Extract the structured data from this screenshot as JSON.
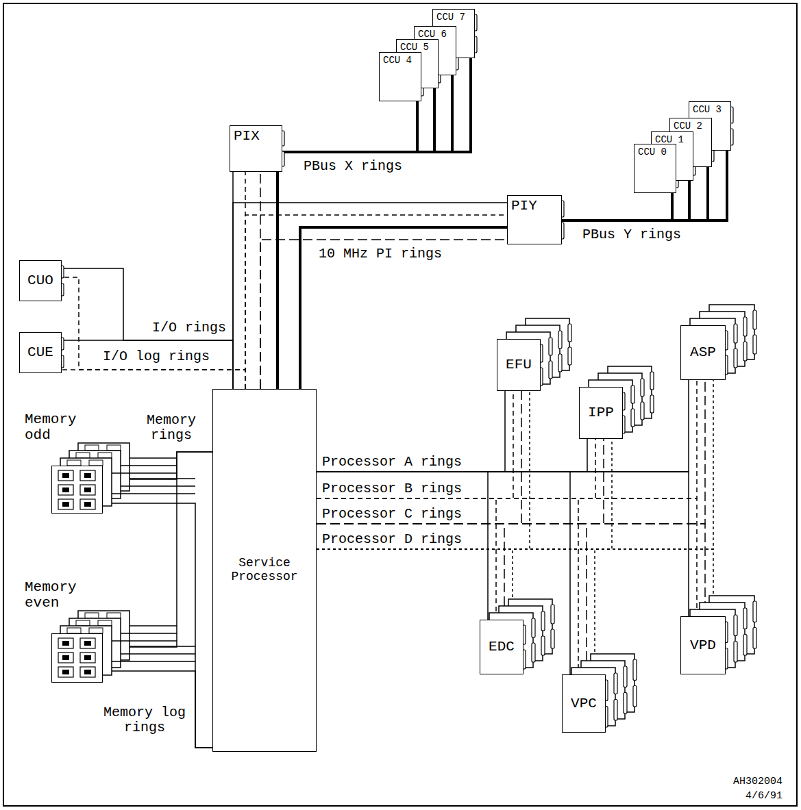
{
  "diagram": {
    "nodes": [
      {
        "text": [
          "CCU 7"
        ]
      },
      {
        "text": [
          "CCU 6"
        ]
      },
      {
        "text": [
          "CCU 5"
        ]
      },
      {
        "text": [
          "CCU 4"
        ]
      },
      {
        "text": [
          "PIX"
        ]
      },
      {
        "text": [
          "CCU 3"
        ]
      },
      {
        "text": [
          "CCU 2"
        ]
      },
      {
        "text": [
          "CCU 1"
        ]
      },
      {
        "text": [
          "CCU 0"
        ]
      },
      {
        "text": [
          "PIY"
        ]
      },
      {
        "text": [
          "CUO"
        ]
      },
      {
        "text": [
          "CUE"
        ]
      },
      {
        "text": [
          "Memory odd"
        ]
      },
      {
        "text": [
          "Service Processor"
        ]
      },
      {
        "text": [
          "EFU"
        ]
      },
      {
        "text": [
          "IPP"
        ]
      },
      {
        "text": [
          "ASP"
        ]
      },
      {
        "text": [
          "Memory even"
        ]
      },
      {
        "text": [
          "EDC"
        ]
      },
      {
        "text": [
          "VPD"
        ]
      },
      {
        "text": [
          "VPC"
        ]
      }
    ],
    "edges": [
      {
        "from": 0,
        "to": 4,
        "arrow": "none"
      },
      {
        "from": 1,
        "to": 4,
        "arrow": "none"
      },
      {
        "from": 2,
        "to": 4,
        "arrow": "none"
      },
      {
        "from": 3,
        "to": 4,
        "arrow": "none"
      },
      {
        "from": 5,
        "to": 9,
        "arrow": "none"
      },
      {
        "from": 6,
        "to": 9,
        "arrow": "none"
      },
      {
        "from": 7,
        "to": 9,
        "arrow": "none"
      },
      {
        "from": 8,
        "to": 9,
        "arrow": "none"
      },
      {
        "from": 13,
        "to": 4,
        "arrow": "none"
      },
      {
        "from": 13,
        "to": 4,
        "arrow": "none"
      },
      {
        "from": 13,
        "to": 4,
        "arrow": "none"
      },
      {
        "from": 13,
        "to": 4,
        "arrow": "none"
      },
      {
        "from": 13,
        "to": 9,
        "arrow": "none"
      },
      {
        "from": 13,
        "to": 9,
        "arrow": "none"
      },
      {
        "from": 13,
        "to": 9,
        "arrow": "none"
      },
      {
        "from": 13,
        "to": 9,
        "arrow": "none"
      },
      {
        "from": 13,
        "to": 10,
        "arrow": "none"
      },
      {
        "from": 13,
        "to": 10,
        "arrow": "none"
      },
      {
        "from": 13,
        "to": 11,
        "arrow": "none"
      },
      {
        "from": 13,
        "to": 11,
        "arrow": "none"
      },
      {
        "from": 12,
        "to": 13,
        "arrow": "none"
      },
      {
        "from": 17,
        "to": 13,
        "arrow": "none"
      },
      {
        "from": 12,
        "to": 13,
        "arrow": "none"
      },
      {
        "from": 17,
        "to": 13,
        "arrow": "none"
      },
      {
        "from": 13,
        "to": 14,
        "arrow": "none"
      },
      {
        "from": 13,
        "to": 14,
        "arrow": "none"
      },
      {
        "from": 13,
        "to": 14,
        "arrow": "none"
      },
      {
        "from": 13,
        "to": 14,
        "arrow": "none"
      },
      {
        "from": 13,
        "to": 15,
        "arrow": "none"
      },
      {
        "from": 13,
        "to": 15,
        "arrow": "none"
      },
      {
        "from": 13,
        "to": 15,
        "arrow": "none"
      },
      {
        "from": 13,
        "to": 15,
        "arrow": "none"
      },
      {
        "from": 13,
        "to": 16,
        "arrow": "none"
      },
      {
        "from": 13,
        "to": 16,
        "arrow": "none"
      },
      {
        "from": 13,
        "to": 16,
        "arrow": "none"
      },
      {
        "from": 13,
        "to": 16,
        "arrow": "none"
      },
      {
        "from": 13,
        "to": 18,
        "arrow": "none"
      },
      {
        "from": 13,
        "to": 18,
        "arrow": "none"
      },
      {
        "from": 13,
        "to": 18,
        "arrow": "none"
      },
      {
        "from": 13,
        "to": 18,
        "arrow": "none"
      },
      {
        "from": 13,
        "to": 20,
        "arrow": "none"
      },
      {
        "from": 13,
        "to": 20,
        "arrow": "none"
      },
      {
        "from": 13,
        "to": 20,
        "arrow": "none"
      },
      {
        "from": 13,
        "to": 20,
        "arrow": "none"
      },
      {
        "from": 13,
        "to": 19,
        "arrow": "none"
      },
      {
        "from": 13,
        "to": 19,
        "arrow": "none"
      },
      {
        "from": 13,
        "to": 19,
        "arrow": "none"
      },
      {
        "from": 13,
        "to": 19,
        "arrow": "none"
      }
    ],
    "labels": [
      "PBus X rings",
      "PBus Y rings",
      "10 MHz PI rings",
      "I/O rings",
      "I/O log rings",
      "Memory rings",
      "Memory log rings",
      "Processor A rings",
      "Processor B rings",
      "Processor C rings",
      "Processor D rings",
      "AH302004",
      "4/6/91"
    ]
  }
}
